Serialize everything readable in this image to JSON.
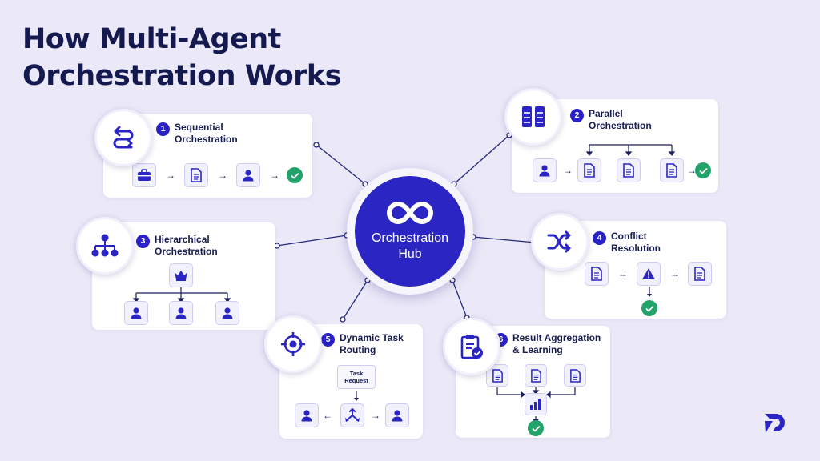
{
  "title": {
    "line1": "How Multi-Agent",
    "line2": "Orchestration Works"
  },
  "hub": {
    "icon": "infinity-icon",
    "line1": "Orchestration",
    "line2": "Hub"
  },
  "cards": [
    {
      "number": "1",
      "line1": "Sequential",
      "line2": "Orchestration",
      "icon": "sequential-arrows-icon"
    },
    {
      "number": "2",
      "line1": "Parallel",
      "line2": "Orchestration",
      "icon": "parallel-columns-icon"
    },
    {
      "number": "3",
      "line1": "Hierarchical",
      "line2": "Orchestration",
      "icon": "org-tree-icon"
    },
    {
      "number": "4",
      "line1": "Conflict",
      "line2": "Resolution",
      "icon": "shuffle-icon"
    },
    {
      "number": "5",
      "line1": "Dynamic Task",
      "line2": "Routing",
      "icon": "target-icon"
    },
    {
      "number": "6",
      "line1": "Result Aggregation",
      "line2": "& Learning",
      "icon": "clipboard-check-icon"
    }
  ],
  "routing": {
    "task_line1": "Task",
    "task_line2": "Request"
  },
  "colors": {
    "accent": "#2b25c4",
    "navy": "#161c4e",
    "success": "#22a36a",
    "background": "#ebe8f8"
  },
  "brand": {
    "icon": "brand-logo-icon"
  }
}
